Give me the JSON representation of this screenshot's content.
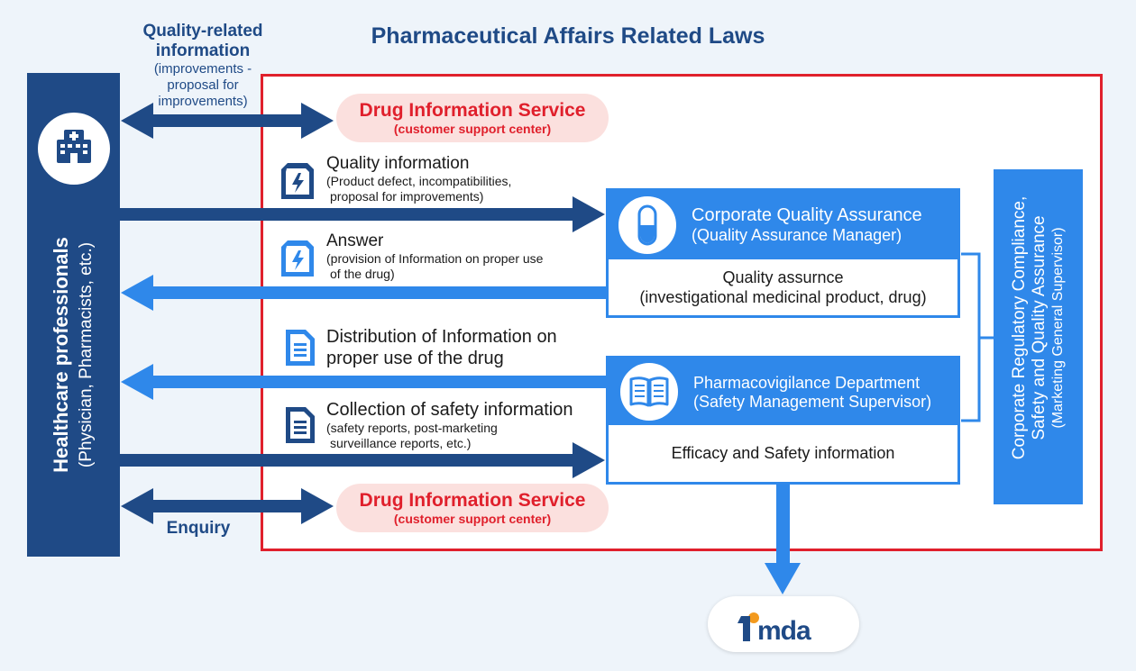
{
  "title": "Pharmaceutical Affairs Related Laws",
  "quality_related": {
    "line1": "Quality-related",
    "line2": "information",
    "detail1": "(improvements -",
    "detail2": "proposal for",
    "detail3": "improvements)"
  },
  "hcp": {
    "title": "Healthcare professionals",
    "subtitle": "(Physician, Pharmacists, etc.)",
    "icon": "hospital-icon"
  },
  "dis_top": {
    "name": "Drug Information Service",
    "sub": "(customer support center)"
  },
  "dis_bottom": {
    "name": "Drug Information Service",
    "sub": "(customer support center)"
  },
  "flows": {
    "quality_info": {
      "title": "Quality information",
      "d1": "(Product defect, incompatibilities,",
      "d2": "proposal for improvements)",
      "icon": "lightning-box-icon"
    },
    "answer": {
      "title": "Answer",
      "d1": "(provision of Information on proper use",
      "d2": "of the drug)",
      "icon": "lightning-box-icon"
    },
    "distribution": {
      "l1": "Distribution of Information on",
      "l2": "proper use of the drug",
      "icon": "document-icon"
    },
    "collection": {
      "title": "Collection of safety information",
      "d1": "(safety reports, post-marketing",
      "d2": "surveillance reports, etc.)",
      "icon": "document-icon"
    }
  },
  "qa_dept": {
    "name": "Corporate Quality Assurance",
    "role": "(Quality Assurance Manager)",
    "body1": "Quality assurnce",
    "body2": "(investigational medicinal product, drug)",
    "icon": "capsule-icon"
  },
  "pv_dept": {
    "name": "Pharmacovigilance Department",
    "role": "(Safety Management Supervisor)",
    "body": "Efficacy and Safety information",
    "icon": "book-icon"
  },
  "compliance": {
    "l1": "Corporate Regulatory Compliance,",
    "l2": "Safety and Quality Assurance",
    "l3": "(Marketing General Supervisor)"
  },
  "enquiry": "Enquiry",
  "pmda": {
    "logo": "Pmda"
  },
  "colors": {
    "navy": "#1f4a86",
    "blue": "#2f88ea",
    "red": "#e0202c",
    "pink": "#fbe0de",
    "background": "#eef4fa"
  }
}
